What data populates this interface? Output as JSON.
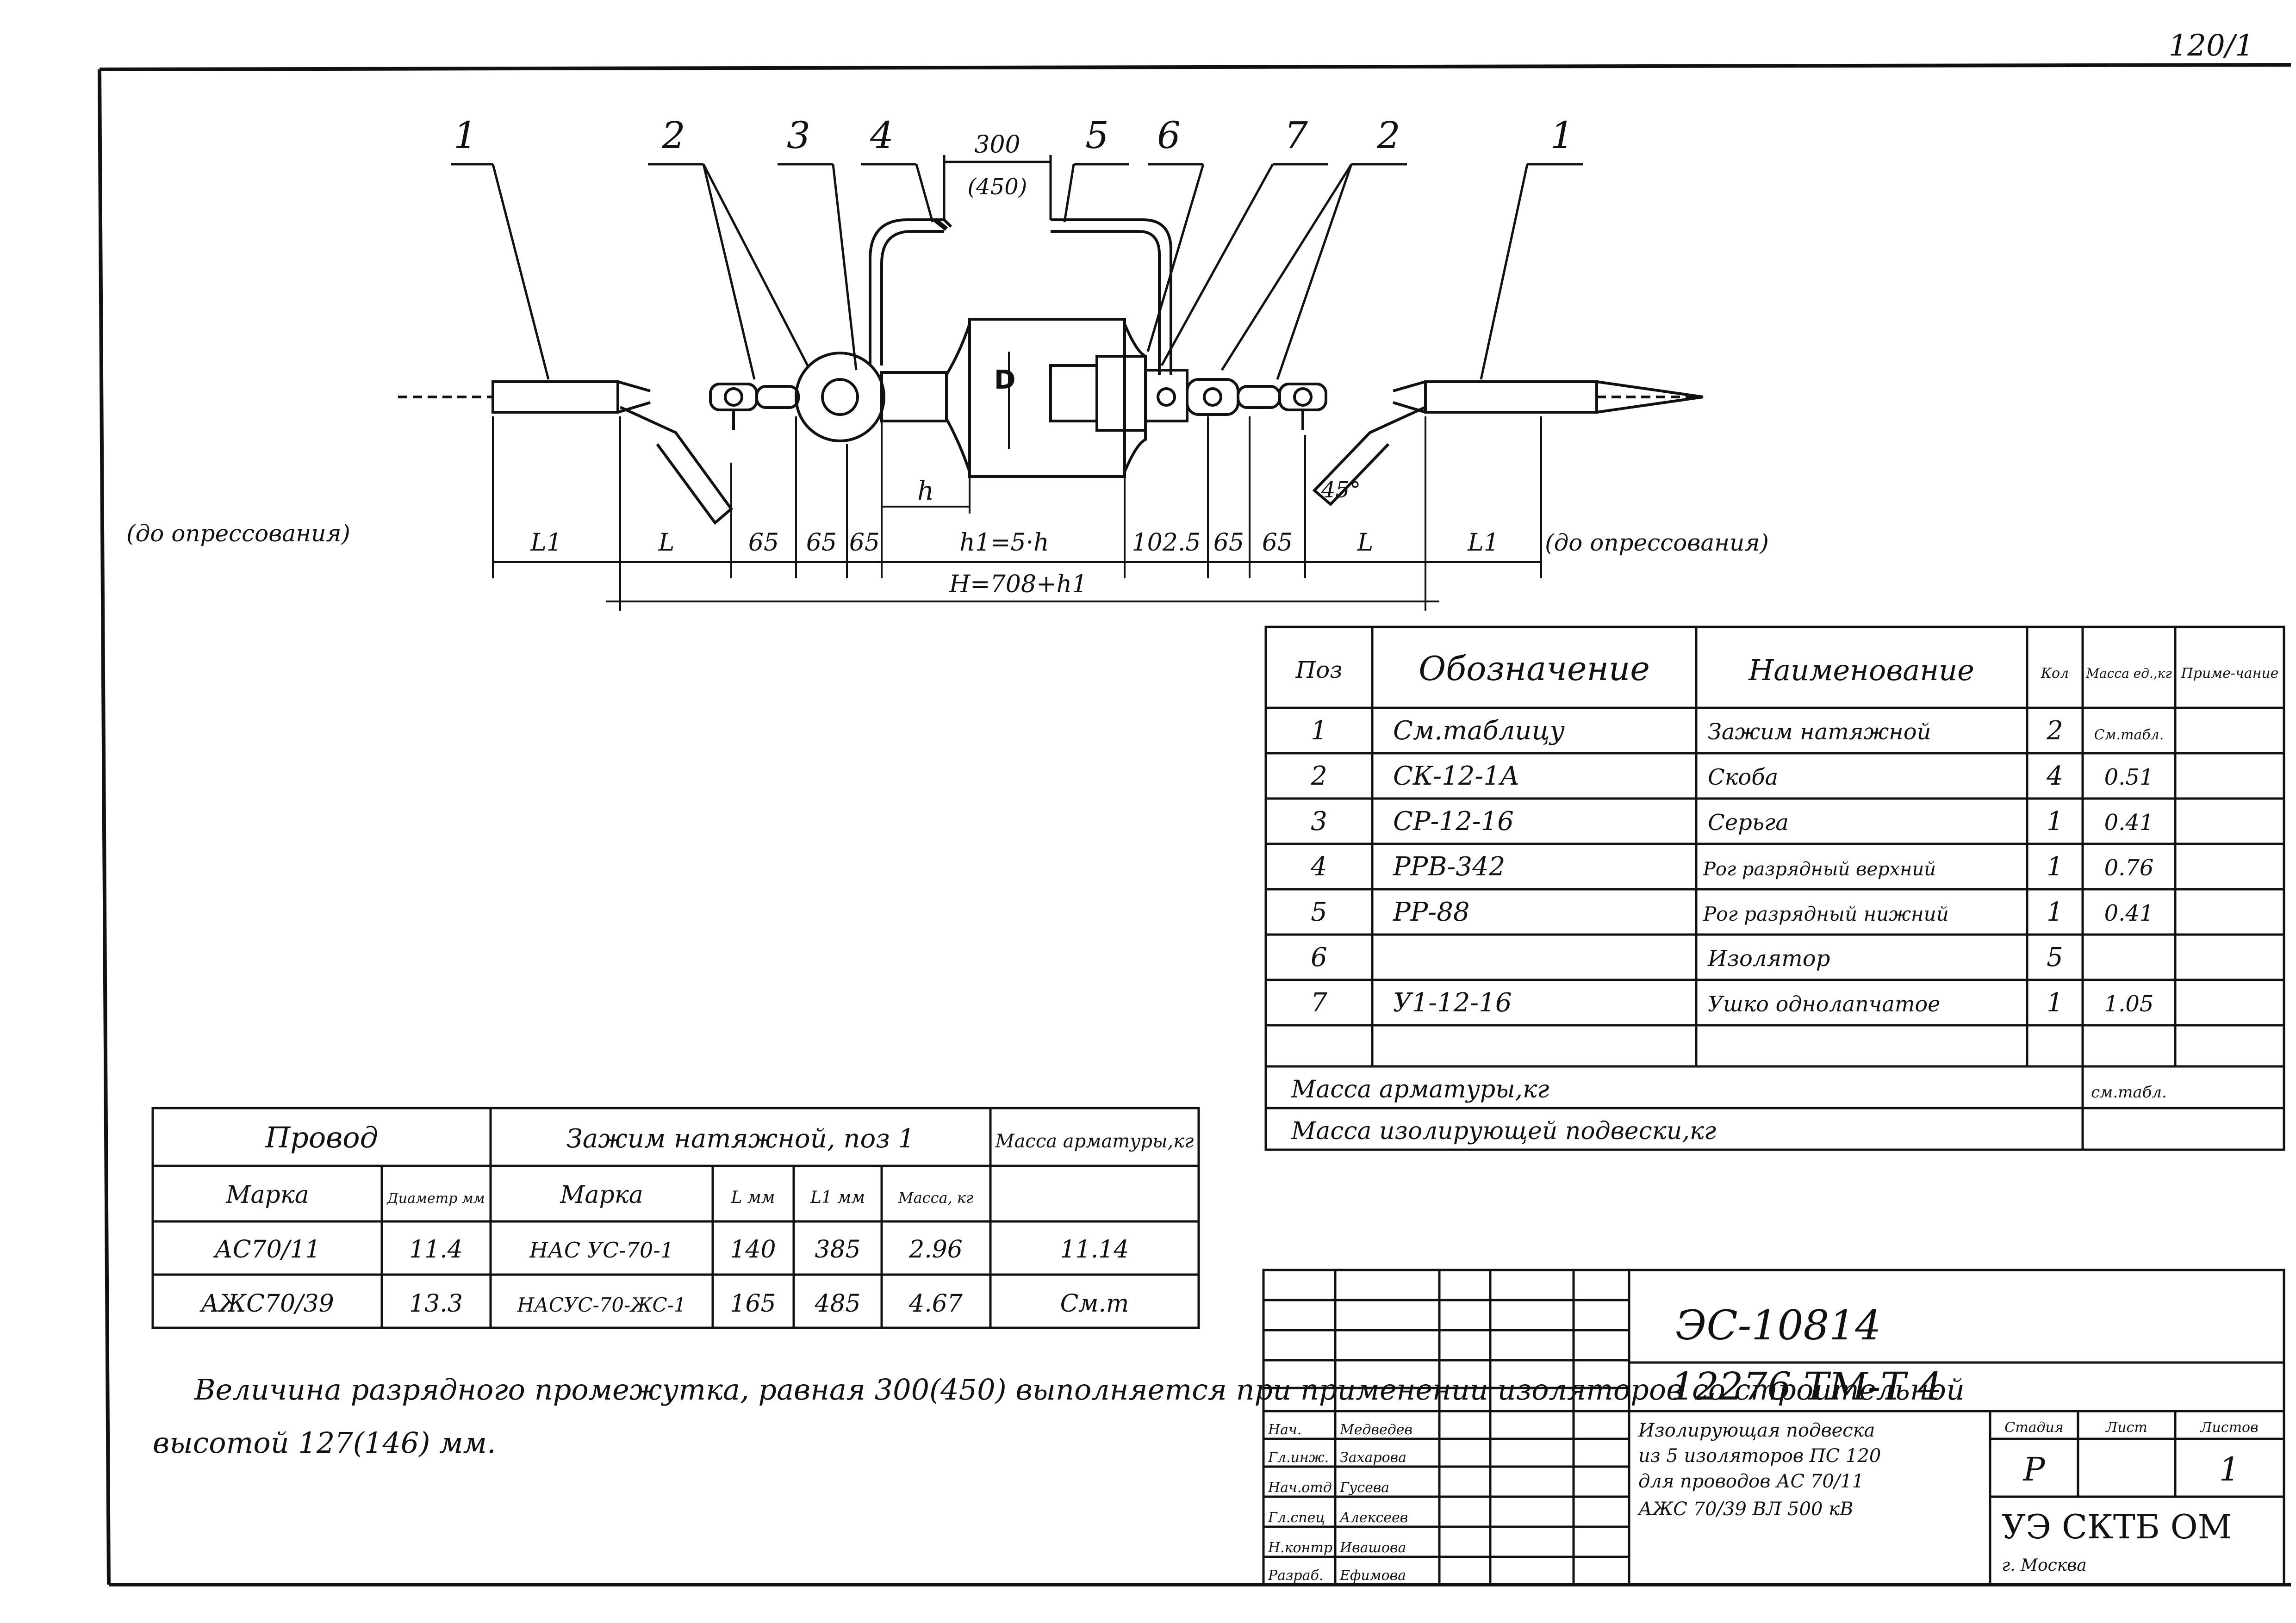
{
  "sheet": {
    "page_number": "120/1"
  },
  "drawing": {
    "callouts": [
      "1",
      "2",
      "3",
      "4",
      "5",
      "6",
      "7",
      "2",
      "1"
    ],
    "top_dim_main": "300",
    "top_dim_alt": "(450)",
    "insulator_label": "D",
    "h_label": "h",
    "angle_label": "45°",
    "left_note": "(до опрессования)",
    "right_note": "(до опрессования)",
    "dims": [
      "L1",
      "L",
      "65",
      "65",
      "65",
      "h1=5·h",
      "102.5",
      "65",
      "65",
      "L",
      "L1"
    ],
    "total_dim": "H=708+h1"
  },
  "spec_table": {
    "headers": [
      "Поз",
      "Обозначение",
      "Наименование",
      "Кол",
      "Масса ед.,кг",
      "Приме-чание"
    ],
    "rows": [
      [
        "1",
        "См.таблицу",
        "Зажим натяжной",
        "2",
        "См.табл.",
        ""
      ],
      [
        "2",
        "СК-12-1А",
        "Скоба",
        "4",
        "0.51",
        ""
      ],
      [
        "3",
        "СР-12-16",
        "Серьга",
        "1",
        "0.41",
        ""
      ],
      [
        "4",
        "РРВ-342",
        "Рог разрядный верхний",
        "1",
        "0.76",
        ""
      ],
      [
        "5",
        "РР-88",
        "Рог разрядный нижний",
        "1",
        "0.41",
        ""
      ],
      [
        "6",
        "",
        "Изолятор",
        "5",
        "",
        ""
      ],
      [
        "7",
        "У1-12-16",
        "Ушко однолапчатое",
        "1",
        "1.05",
        ""
      ],
      [
        "",
        "",
        "",
        "",
        "",
        ""
      ]
    ],
    "footer_mass_label": "Масса арматуры,кг",
    "footer_mass_value": "см.табл.",
    "footer_total_label": "Масса изолирующей подвески,кг",
    "footer_total_value": ""
  },
  "wire_table": {
    "group_wire": "Провод",
    "group_clamp": "Зажим натяжной, поз 1",
    "group_mass": "Масса арматуры,кг",
    "sub_headers": [
      "Марка",
      "Диаметр мм",
      "Марка",
      "L мм",
      "L1 мм",
      "Масса, кг"
    ],
    "rows": [
      [
        "АС70/11",
        "11.4",
        "НАС УС-70-1",
        "140",
        "385",
        "2.96",
        "11.14"
      ],
      [
        "АЖС70/39",
        "13.3",
        "НАСУС-70-ЖС-1",
        "165",
        "485",
        "4.67",
        "См.т"
      ]
    ]
  },
  "note": {
    "line1": "Величина разрядного промежутка, равная 300(450) выполняется при применении изоляторов со строительной",
    "line2": "высотой 127(146) мм."
  },
  "title_block": {
    "code1": "ЭС-10814",
    "code2": "12276 ТМ-Т 4",
    "title_lines": [
      "Изолирующая подвеска",
      "из 5 изоляторов ПС 120",
      "для проводов АС 70/11",
      "АЖС 70/39  ВЛ 500 кВ"
    ],
    "stage_headers": [
      "Стадия",
      "Лист",
      "Листов"
    ],
    "stage_values": [
      "Р",
      "",
      "1"
    ],
    "org": "УЭ СКТБ ОМ",
    "org_sub": "г. Москва",
    "roles": [
      "Нач.",
      "Гл.инж.",
      "Нач.отд",
      "Гл.спец",
      "Н.контр",
      "Разраб."
    ],
    "names": [
      "Медведев",
      "Захарова",
      "Гусева",
      "Алексеев",
      "Ивашова",
      "Ефимова"
    ]
  }
}
